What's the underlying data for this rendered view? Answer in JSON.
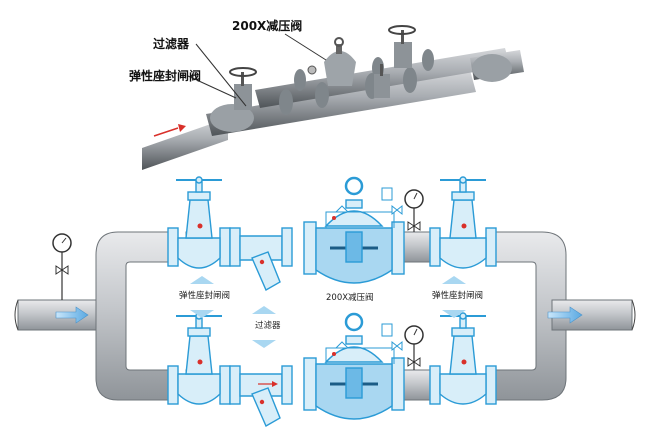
{
  "perspective_view": {
    "labels": {
      "filter": "过滤器",
      "reducing_valve": "200X减压阀",
      "gate_valve": "弹性座封闸阀"
    }
  },
  "schematic_view": {
    "labels": {
      "gate_valve_left": "弹性座封闸阀",
      "reducing_valve": "200X减压阀",
      "gate_valve_right": "弹性座封闸阀",
      "filter": "过滤器"
    }
  },
  "colors": {
    "pipe_gray": "#bfc3c7",
    "valve_blue": "#2b9bd6",
    "valve_light": "#d8eef9",
    "flow_arrow": "#8ec7ee",
    "accent_red": "#d9302a"
  }
}
